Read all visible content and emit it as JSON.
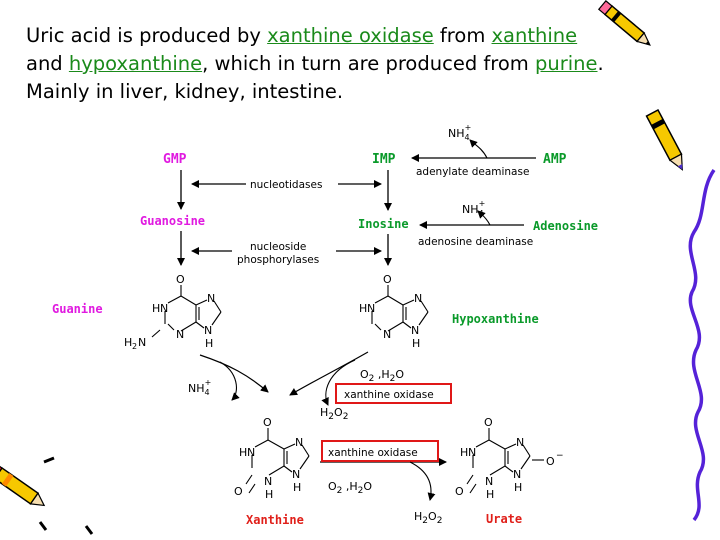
{
  "intro": {
    "p1": "Uric acid is produced by ",
    "link_xo": "xanthine oxidase",
    "p2": " from ",
    "link_xanthine": "xanthine",
    "p3": " and ",
    "link_hypoxanthine": "hypoxanthine",
    "p4": ", which in turn are produced from ",
    "link_purine": "purine",
    "p5": ".",
    "line3": "Mainly in liver, kidney, intestine."
  },
  "diagram": {
    "compounds": {
      "gmp": "GMP",
      "imp": "IMP",
      "amp": "AMP",
      "guanosine": "Guanosine",
      "inosine": "Inosine",
      "adenosine": "Adenosine",
      "guanine": "Guanine",
      "hypoxanthine": "Hypoxanthine",
      "xanthine": "Xanthine",
      "urate": "Urate"
    },
    "enzymes": {
      "nucleotidases": "nucleotidases",
      "adenylate_deaminase": "adenylate deaminase",
      "nucleoside_1": "nucleoside",
      "nucleoside_2": "phosphorylases",
      "adenosine_deaminase": "adenosine deaminase",
      "xanthine_oxidase_1": "xanthine oxidase",
      "xanthine_oxidase_2": "xanthine oxidase"
    },
    "reagents": {
      "nh4_a": "NH",
      "nh4_b": "NH",
      "nh4_c": "NH",
      "nh4_sub": "4",
      "nh4_sup": "+",
      "o2_h2o_1": "O2 ,H2O",
      "h2o2_1": "H2O2",
      "o2_h2o_2": "O2 ,H2O",
      "h2o2_2": "H2O2"
    },
    "colors": {
      "nucleotide_green": "#0a9a2a",
      "guanine_magenta": "#e01ae0",
      "xanthine_red": "#e0201a",
      "box_red": "#e01818"
    }
  }
}
